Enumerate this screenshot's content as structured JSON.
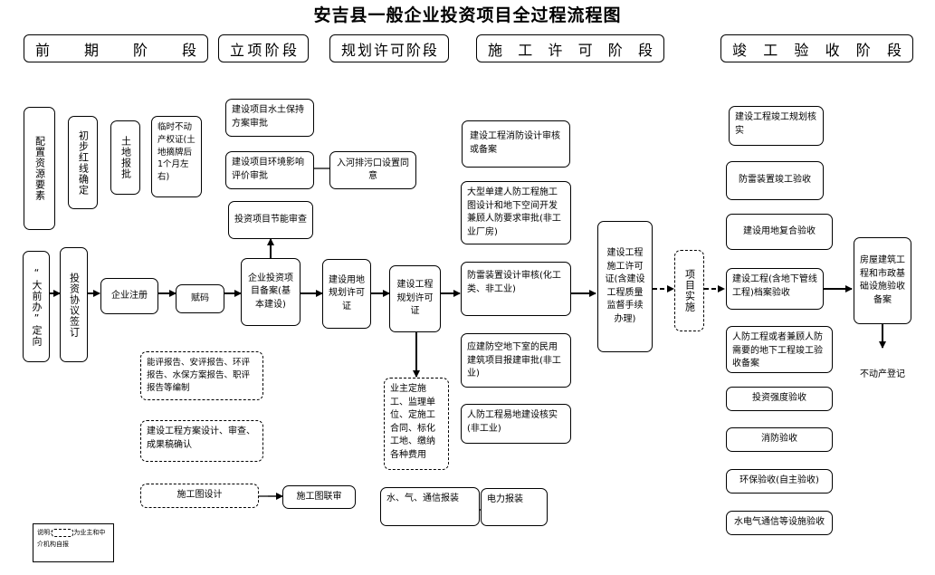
{
  "title": "安吉县一般企业投资项目全过程流程图",
  "phases": [
    {
      "chars": [
        "前",
        "期",
        "阶",
        "段"
      ]
    },
    {
      "chars": [
        "立",
        "项",
        "阶",
        "段"
      ]
    },
    {
      "chars": [
        "规",
        "划",
        "许",
        "可",
        "阶",
        "段"
      ]
    },
    {
      "chars": [
        "施",
        "工",
        "许",
        "可",
        "阶",
        "段"
      ]
    },
    {
      "chars": [
        "竣",
        "工",
        "验",
        "收",
        "阶",
        "段"
      ]
    }
  ],
  "nodes": {
    "peizhi": "配置资源要素",
    "hongxian": "初步红线确定",
    "tudi": "土地报批",
    "linshi": "临时不动产权证(土地摘牌后1个月左右)",
    "daqianban": "“大前办”定向",
    "xieyi": "投资协议签订",
    "qiye": "企业注册",
    "fuma": "赋码",
    "shuibao": "建设项目水土保持方案审批",
    "huanping": "建设项目环境影响评价审批",
    "paiwu": "入河排污口设置同意",
    "jieneng": "投资项目节能审查",
    "beian": "企业投资项目备案(基本建设)",
    "ydxk": "建设用地规划许可证",
    "gcxk": "建设工程规划许可证",
    "nengping": "能评报告、安评报告、环评报告、水保方案报告、职评报告等编制",
    "fangan": "建设工程方案设计、审查、成果稿确认",
    "sgt": "施工图设计",
    "sgtls": "施工图联审",
    "yezhu": "业主定施工、监理单位、定施工合同、标化工地、缴纳各种费用",
    "shuiqi": "水、气、通信报装",
    "dianli": "电力报装",
    "xiaofang": "建设工程消防设计审核或备案",
    "renfang": "大型单建人防工程施工图设计和地下空间开发兼顾人防要求审批(非工业厂房)",
    "fangl": "防雷装置设计审核(化工类、非工业)",
    "dixia": "应建防空地下室的民用建筑项目报建审批(非工业)",
    "yidi": "人防工程易地建设核实(非工业)",
    "sgxk": "建设工程施工许可证(含建设工程质量监督手续办理)",
    "shishi": "项目实施",
    "jg1": "建设工程竣工规划核实",
    "jg2": "防雷装置竣工验收",
    "jg3": "建设用地复合验收",
    "jg4": "建设工程(含地下管线工程)档案验收",
    "jg5": "人防工程或者兼顾人防需要的地下工程竣工验收备案",
    "jg6": "投资强度验收",
    "jg7": "消防验收",
    "jg8": "环保验收(自主验收)",
    "jg9": "水电气通信等设施验收",
    "fangwu": "房屋建筑工程和市政基础设施验收备案",
    "budong": "不动产登记"
  },
  "note": {
    "prefix": "说明:",
    "suffix": "为业主和中介机构自报"
  }
}
